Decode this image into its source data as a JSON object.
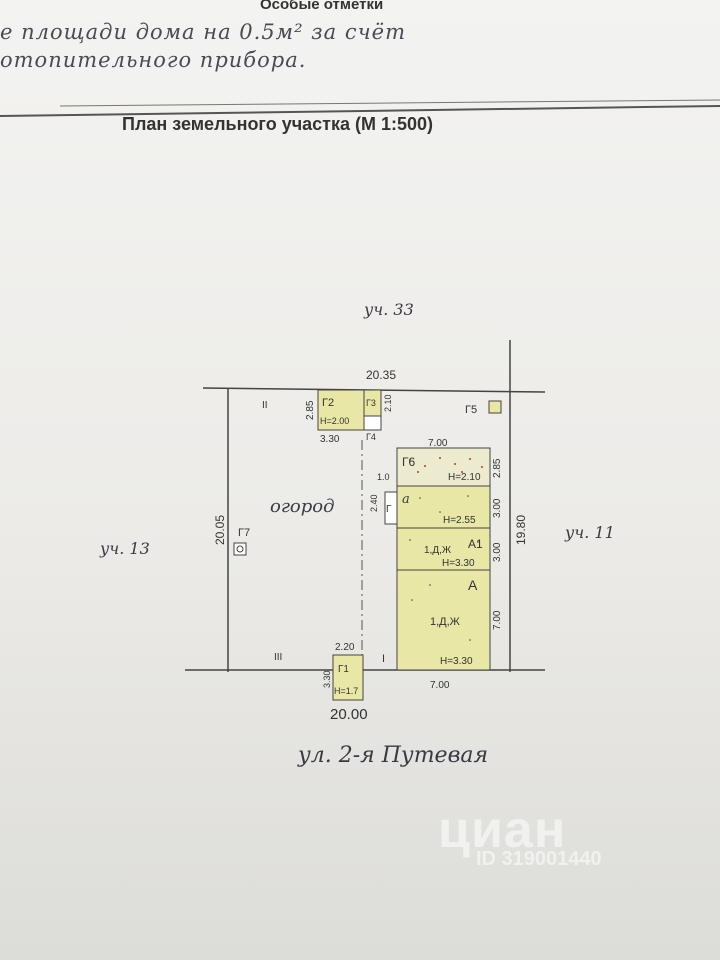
{
  "header": {
    "section_title": "Особые отметки",
    "note_line1": "е площади дома на   0.5м²   за счёт",
    "note_line2": "отопительного прибора."
  },
  "plan": {
    "title": "План земельного участка (М 1:500)",
    "neighbor_top": "уч. 33",
    "neighbor_left": "уч. 13",
    "neighbor_right": "уч. 11",
    "street": "ул. 2-я Путевая",
    "garden": "огород",
    "dims": {
      "top_width": "20.35",
      "bottom_width": "20.00",
      "left_side": "20.05",
      "right_side": "19.80",
      "g2_width": "3.30",
      "g2_depth": "2.85",
      "g3_depth": "2.10",
      "g6_width": "7.00",
      "g6_depth": "2.85",
      "a_depth": "3.00",
      "a_porch_w": "1.0",
      "a_porch_d": "2.40",
      "a1_depth": "3.00",
      "main_depth": "7.00",
      "house_width": "7.00",
      "g1_width": "2.20",
      "g1_depth": "3.30"
    },
    "buildings": {
      "g2": "Г2",
      "g2_h": "Н=2.00",
      "g3": "Г3",
      "g4": "Г4",
      "g5": "Г5",
      "g6": "Г6",
      "g6_h": "Н=2.10",
      "a_small": "а",
      "a_small_h": "Н=2.55",
      "a_porch": "Г",
      "a1": "А1",
      "a1_use": "1,Д,Ж",
      "a1_h": "Н=3.30",
      "a_main": "А",
      "a_main_use": "1,Д,Ж",
      "a_main_h": "Н=3.30",
      "g7": "Г7",
      "g1": "Г1",
      "g1_h": "Н=1.7"
    },
    "fences": {
      "f2": "II",
      "f3": "III",
      "f1": "I"
    },
    "colors": {
      "building_fill": "#e8e7a6",
      "ink": "#3a3a45",
      "dots": "#c0392b"
    }
  },
  "watermark": {
    "brand": "циан",
    "id": "ID 319001440"
  }
}
